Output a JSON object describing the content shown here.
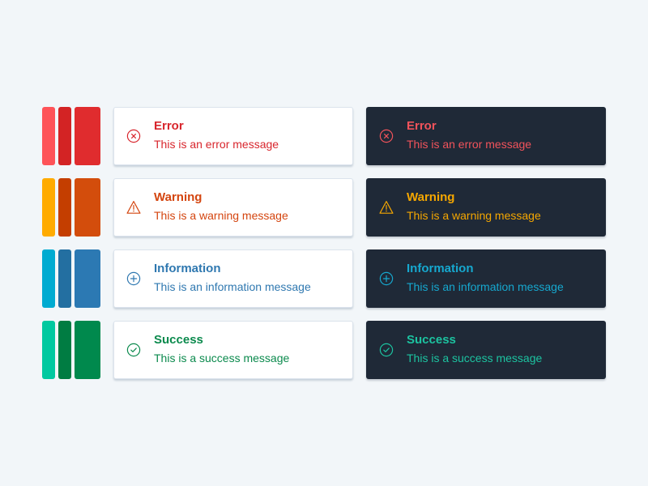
{
  "alerts": [
    {
      "type": "error",
      "icon": "error-circle-x-icon",
      "swatches": [
        "#fe5358",
        "#d32324",
        "#e02c2e"
      ],
      "light": {
        "title": "Error",
        "message": "This is an error message",
        "color": "#d8262d"
      },
      "dark": {
        "title": "Error",
        "message": "This is an error message",
        "color": "#f2535b"
      }
    },
    {
      "type": "warning",
      "icon": "warning-triangle-icon",
      "swatches": [
        "#ffab00",
        "#c43e00",
        "#d34d0c"
      ],
      "light": {
        "title": "Warning",
        "message": "This is a warning message",
        "color": "#d4450f"
      },
      "dark": {
        "title": "Warning",
        "message": "This is a warning message",
        "color": "#f5a700"
      }
    },
    {
      "type": "information",
      "icon": "info-circle-plus-icon",
      "swatches": [
        "#00abd1",
        "#236fa1",
        "#2c79b3"
      ],
      "light": {
        "title": "Information",
        "message": "This is an information message",
        "color": "#2f78b0"
      },
      "dark": {
        "title": "Information",
        "message": "This is an information message",
        "color": "#16a8cf"
      }
    },
    {
      "type": "success",
      "icon": "success-circle-check-icon",
      "swatches": [
        "#00c9a0",
        "#007c42",
        "#00894d"
      ],
      "light": {
        "title": "Success",
        "message": "This is a success message",
        "color": "#0b8a4d"
      },
      "dark": {
        "title": "Success",
        "message": "This is a success message",
        "color": "#1cc3a0"
      }
    }
  ],
  "colors": {
    "background": "#f2f6f9",
    "light_card": "#ffffff",
    "dark_card": "#1f2937"
  }
}
